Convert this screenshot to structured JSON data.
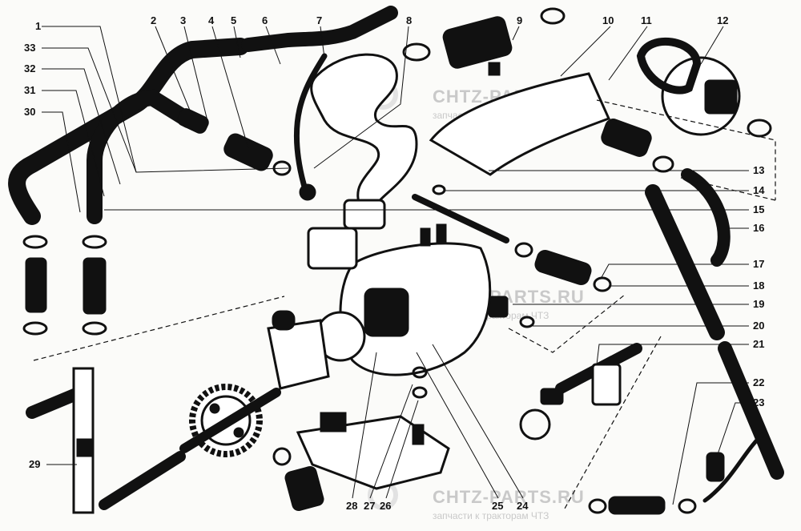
{
  "diagram": {
    "callouts": [
      "1",
      "2",
      "3",
      "4",
      "5",
      "6",
      "7",
      "8",
      "9",
      "10",
      "11",
      "12",
      "13",
      "14",
      "15",
      "16",
      "17",
      "18",
      "19",
      "20",
      "21",
      "22",
      "23",
      "24",
      "25",
      "26",
      "27",
      "28",
      "29",
      "30",
      "31",
      "32",
      "33"
    ],
    "watermark": {
      "brand": "CHTZ-PARTS.RU",
      "tagline": "запчасти к тракторам ЧТЗ"
    },
    "colors": {
      "ink": "#111111",
      "paper": "#fbfbf9",
      "watermark": "#c9c9c9"
    }
  }
}
